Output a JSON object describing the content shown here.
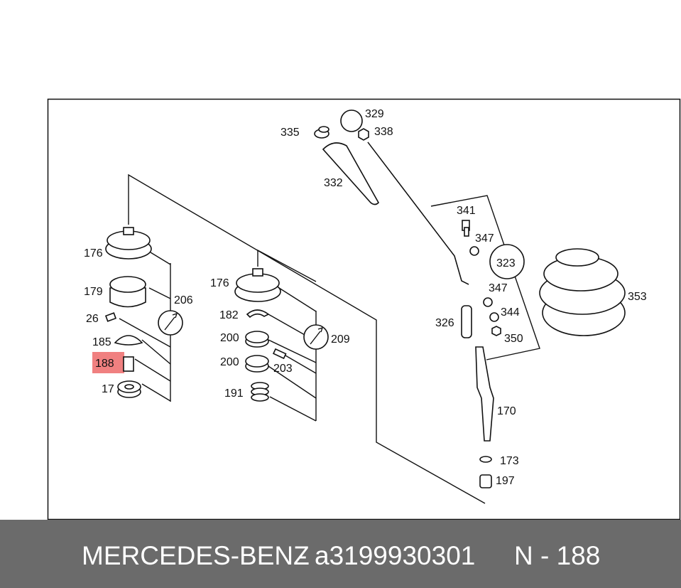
{
  "diagram": {
    "highlight_color": "#f08080",
    "highlighted_part": "188",
    "callouts": {
      "c329": "329",
      "c335": "335",
      "c338": "338",
      "c332": "332",
      "c341": "341",
      "c347a": "347",
      "c323": "323",
      "c347b": "347",
      "c344": "344",
      "c350": "350",
      "c326": "326",
      "c353": "353",
      "c170": "170",
      "c173": "173",
      "c197": "197",
      "c176a": "176",
      "c179": "179",
      "c206": "206",
      "c26": "26",
      "c185": "185",
      "c188": "188",
      "c17": "17",
      "c176b": "176",
      "c182": "182",
      "c200a": "200",
      "c200b": "200",
      "c209": "209",
      "c203": "203",
      "c191": "191"
    }
  },
  "footer": {
    "brand": "MERCEDES-BENZ",
    "separator": "-",
    "part_number": "a3199930301",
    "ref": "N - 188",
    "background": "#6b6b6b"
  }
}
